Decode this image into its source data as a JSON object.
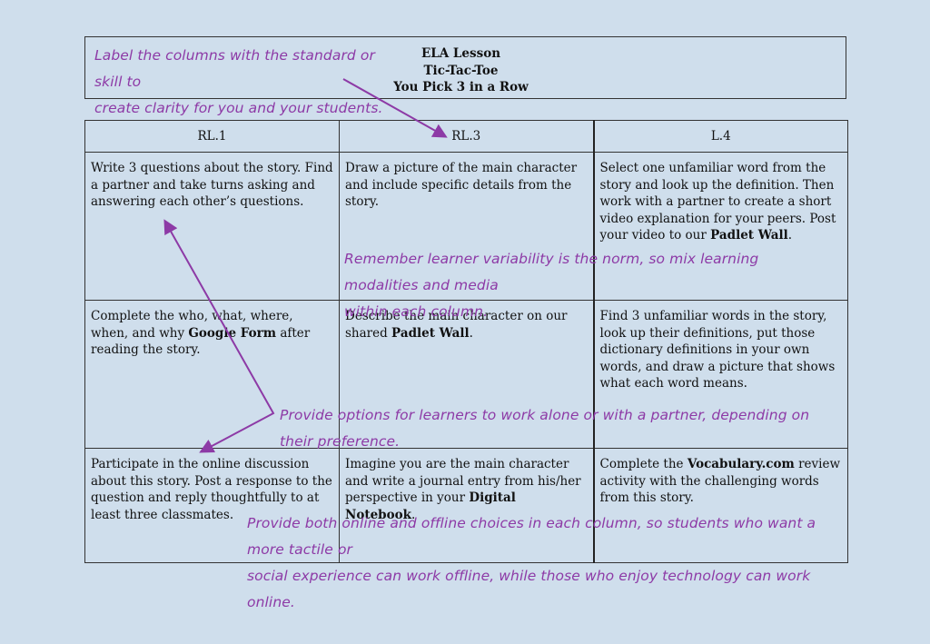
{
  "header": {
    "title_lines": [
      "ELA Lesson",
      "Tic-Tac-Toe",
      "You Pick 3 in a Row"
    ]
  },
  "notes": {
    "label_columns": [
      "Label the columns with the standard or skill to",
      "create clarity for you and your students."
    ],
    "variability": [
      "Remember learner variability is the norm, so mix learning modalities and media",
      "within each column."
    ],
    "options": "Provide options for learners to work alone or with a partner, depending on their preference.",
    "online_offline": [
      "Provide both online and offline choices in each column, so students who want a more tactile or",
      "social experience can work offline, while those who enjoy technology can work online."
    ]
  },
  "table": {
    "columns": [
      "RL.1",
      "RL.3",
      "L.4"
    ],
    "rows": [
      [
        {
          "text": "Write 3 questions about the story. Find a partner and take turns asking and answering each other’s questions."
        },
        {
          "text": "Draw a picture of the main character and include specific details from the story."
        },
        {
          "before": "Select one unfamiliar word from the story and look up the definition. Then work with a partner to create a short video explanation for your peers. Post your video to our ",
          "bold": "Padlet Wall",
          "after": "."
        }
      ],
      [
        {
          "before": "Complete the who, what, where, when, and why ",
          "bold": "Google Form",
          "after": " after reading the story."
        },
        {
          "before": "Describe the main character on our shared ",
          "bold": "Padlet Wall",
          "after": "."
        },
        {
          "text": "Find 3 unfamiliar words in the story, look up their definitions, put those dictionary definitions in your own words, and draw a picture that shows what each word means."
        }
      ],
      [
        {
          "text": "Participate in the online discussion about this story. Post a response to the question and reply thoughtfully to at least three classmates."
        },
        {
          "before": "Imagine you are the main character and write a journal entry from his/her perspective in your ",
          "bold": "Digital Notebook",
          "after": "."
        },
        {
          "before": "Complete the ",
          "bold": "Vocabulary.com",
          "after": " review activity with the challenging words from this story."
        }
      ]
    ]
  },
  "colors": {
    "background": "#cfdeec",
    "annotation": "#8d3aa6",
    "border": "#333333"
  }
}
